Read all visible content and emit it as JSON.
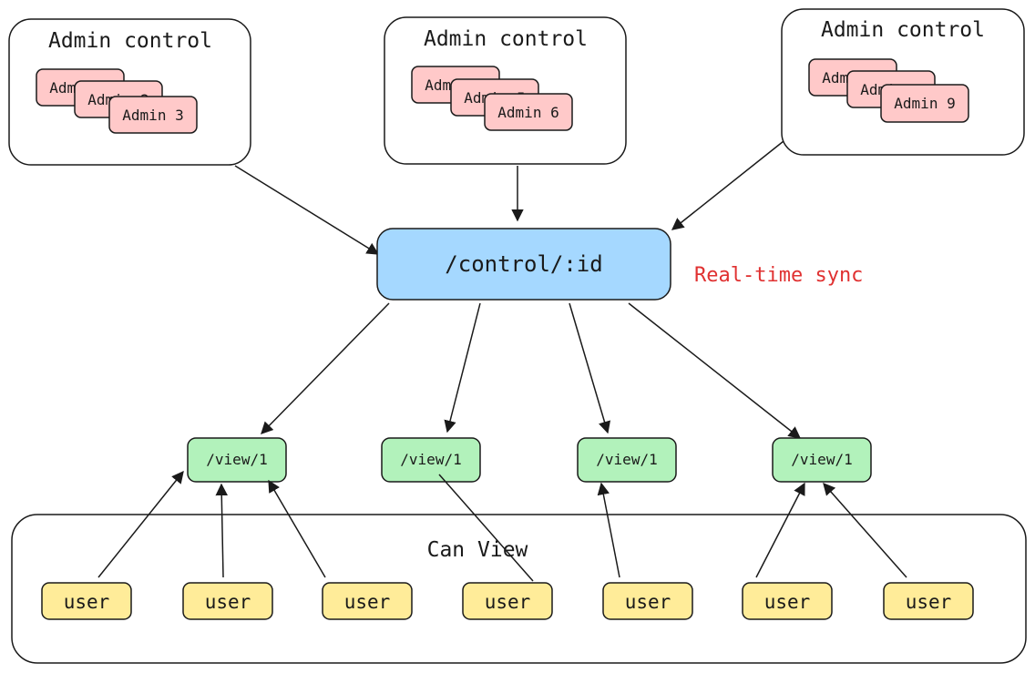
{
  "admin_groups": [
    {
      "title": "Admin control",
      "admins": [
        "Admin 1",
        "Admin 2",
        "Admin 3"
      ]
    },
    {
      "title": "Admin control",
      "admins": [
        "Admin 4",
        "Admin 5",
        "Admin 6"
      ]
    },
    {
      "title": "Admin control",
      "admins": [
        "Admin 7",
        "Admin 8",
        "Admin 9"
      ]
    }
  ],
  "control_endpoint": "/control/:id",
  "sync_label": "Real-time sync",
  "views": [
    "/view/1",
    "/view/1",
    "/view/1",
    "/view/1"
  ],
  "viewers_group": {
    "title": "Can View",
    "users": [
      "user",
      "user",
      "user",
      "user",
      "user",
      "user",
      "user"
    ]
  },
  "colors": {
    "admin_fill": "#ffc9c9",
    "control_fill": "#a5d8ff",
    "view_fill": "#b2f2bb",
    "user_fill": "#ffec99",
    "sync_text": "#e03131",
    "stroke": "#1a1a1a"
  }
}
